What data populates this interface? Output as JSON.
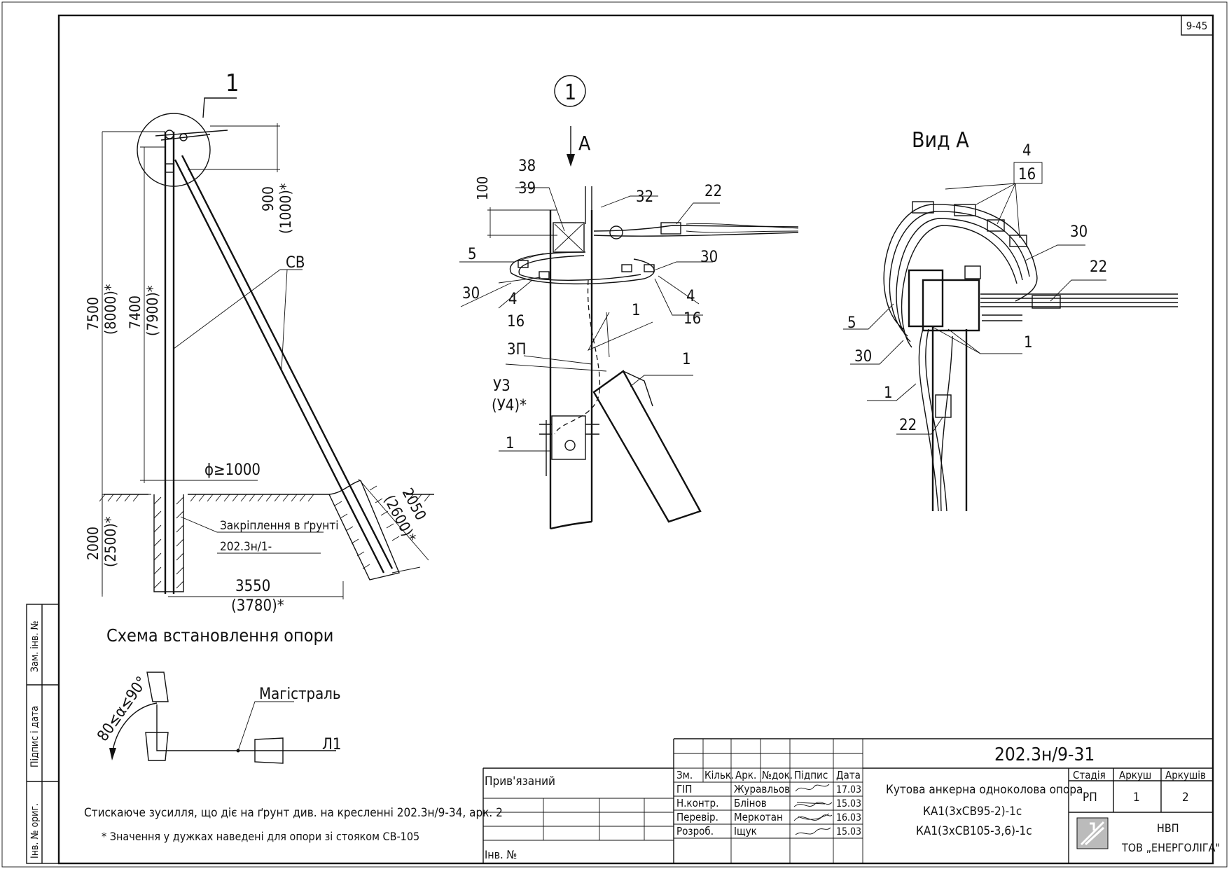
{
  "sheet_code": "9-45",
  "left_view": {
    "callout": "1",
    "dim_900": "900",
    "dim_1000": "(1000)*",
    "dim_7500": "7500",
    "dim_8000": "(8000)*",
    "dim_7400": "7400",
    "dim_7900": "(7900)*",
    "label_sv": "СВ",
    "pit_diameter": "ϕ≥1000",
    "dim_2000": "2000",
    "dim_2500": "(2500)*",
    "anchoring_label": "Закріплення в ґрунті",
    "anchoring_ref": "202.3н/1-",
    "dim_3550": "3550",
    "dim_3780": "(3780)*",
    "dim_2050": "2050",
    "dim_2600": "(2600)*"
  },
  "detail_view": {
    "callout": "1",
    "view_arrow": "A",
    "dim_100": "100",
    "labels": {
      "l38": "38",
      "l39": "39",
      "l32": "32",
      "l22": "22",
      "l5": "5",
      "l30a": "30",
      "l30b": "30",
      "l4a": "4",
      "l16a": "16",
      "l4b": "4",
      "l16b": "16",
      "l1a": "1",
      "l3p": "3П",
      "l1b": "1",
      "lu3": "У3",
      "lu4": "(У4)*",
      "l1c": "1"
    }
  },
  "view_a": {
    "title": "Вид А",
    "labels": {
      "l4": "4",
      "l16": "16",
      "l30a": "30",
      "l22a": "22",
      "l5": "5",
      "l1a": "1",
      "l30b": "30",
      "l1b": "1",
      "l22b": "22"
    }
  },
  "scheme": {
    "title": "Схема встановлення опори",
    "angle": "80≤α≤90°",
    "mainline": "Магістраль",
    "line_label": "Л1"
  },
  "notes": {
    "note1": "Стискаюче зусилля, що діє на ґрунт див. на кресленні 202.3н/9-34, арк. 2",
    "note2": "* Значення у дужках наведені для опори зі стояком СВ-105"
  },
  "side_stamp": {
    "inv_orig": "Інв. № ориг.",
    "sign_date": "Підпис і дата",
    "zam_inv": "Зам. інв. №"
  },
  "title_block": {
    "bound_label": "Прив'язаний",
    "inv_label": "Інв. №",
    "drawing_code": "202.3н/9-31",
    "headers": [
      "Зм.",
      "Кільк.",
      "Арк.",
      "№док.",
      "Підпис",
      "Дата"
    ],
    "people": [
      {
        "role": "ГІП",
        "name": "Журавльов",
        "date": "17.03"
      },
      {
        "role": "Н.контр.",
        "name": "Блінов",
        "date": "15.03"
      },
      {
        "role": "Перевір.",
        "name": "Меркотан",
        "date": "16.03"
      },
      {
        "role": "Розроб.",
        "name": "Іщук",
        "date": "15.03"
      }
    ],
    "title_line1": "Кутова анкерна одноколова опора",
    "title_line2": "КА1(3хСВ95-2)-1с",
    "title_line3": "КА1(3хСВ105-3,6)-1с",
    "stage_label": "Стадія",
    "sheet_label": "Аркуш",
    "sheets_label": "Аркушів",
    "stage": "РП",
    "sheet": "1",
    "sheets": "2",
    "org_line1": "НВП",
    "org_line2": "ТОВ „ЕНЕРГОЛІГА\""
  }
}
